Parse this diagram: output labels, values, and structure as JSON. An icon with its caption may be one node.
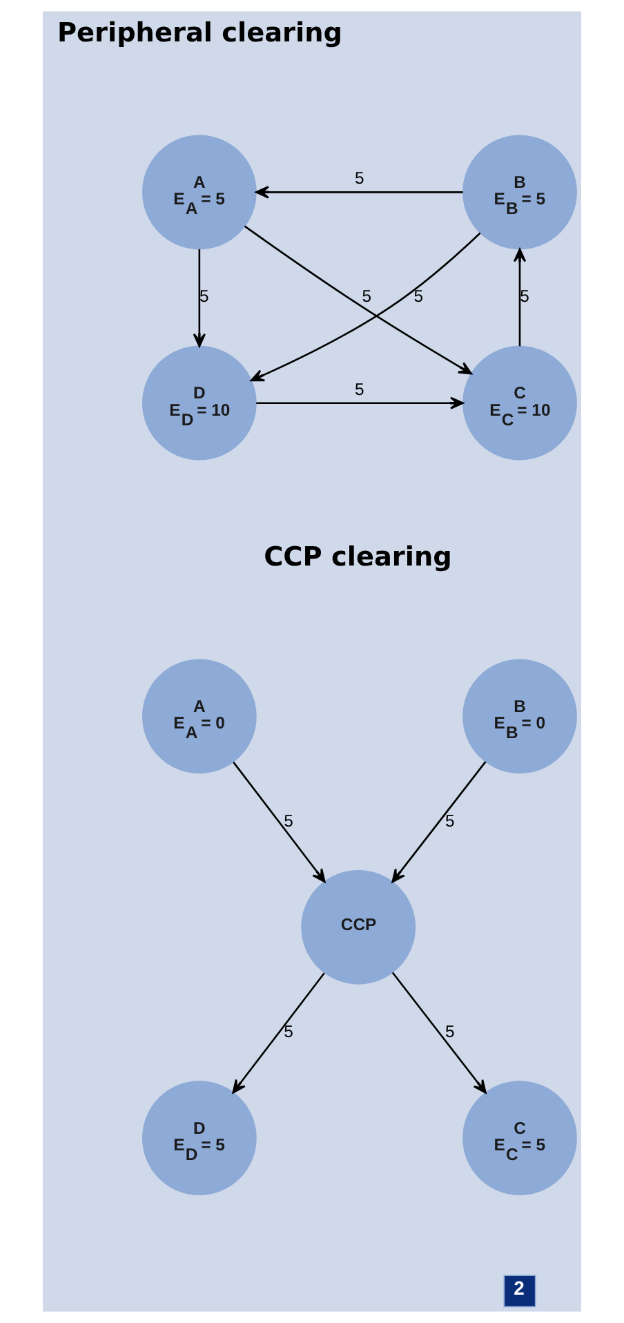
{
  "diagram": {
    "nodes": [
      {
        "text": [
          "A",
          "E$_{A}$ = 5"
        ]
      },
      {
        "text": [
          "B",
          "E$_{B}$ = 5"
        ]
      },
      {
        "text": [
          "D",
          "E$_{D}$ = 10"
        ]
      },
      {
        "text": [
          "C",
          "E$_{C}$ = 10"
        ]
      },
      {
        "text": [
          "A",
          "E$_{A}$ = 0"
        ]
      },
      {
        "text": [
          "B",
          "E$_{B}$ = 0"
        ]
      },
      {
        "text": [
          "CCP"
        ]
      },
      {
        "text": [
          "D",
          "E$_{D}$ = 5"
        ]
      },
      {
        "text": [
          "C",
          "E$_{C}$ = 5"
        ]
      }
    ],
    "edges": [
      {
        "from": 1,
        "to": 0,
        "arrow": "to",
        "label": "5"
      },
      {
        "from": 0,
        "to": 2,
        "arrow": "to",
        "label": "5"
      },
      {
        "from": 1,
        "to": 2,
        "arrow": "to",
        "label": "5"
      },
      {
        "from": 0,
        "to": 3,
        "arrow": "to",
        "label": "5"
      },
      {
        "from": 3,
        "to": 1,
        "arrow": "to",
        "label": "5"
      },
      {
        "from": 2,
        "to": 3,
        "arrow": "to",
        "label": "5"
      },
      {
        "from": 4,
        "to": 6,
        "arrow": "to",
        "label": "5"
      },
      {
        "from": 5,
        "to": 6,
        "arrow": "to",
        "label": "5"
      },
      {
        "from": 6,
        "to": 7,
        "arrow": "to",
        "label": "5"
      },
      {
        "from": 6,
        "to": 8,
        "arrow": "to",
        "label": "5"
      }
    ],
    "labels": [
      "Peripheral clearing",
      "CCP clearing",
      "2"
    ]
  }
}
